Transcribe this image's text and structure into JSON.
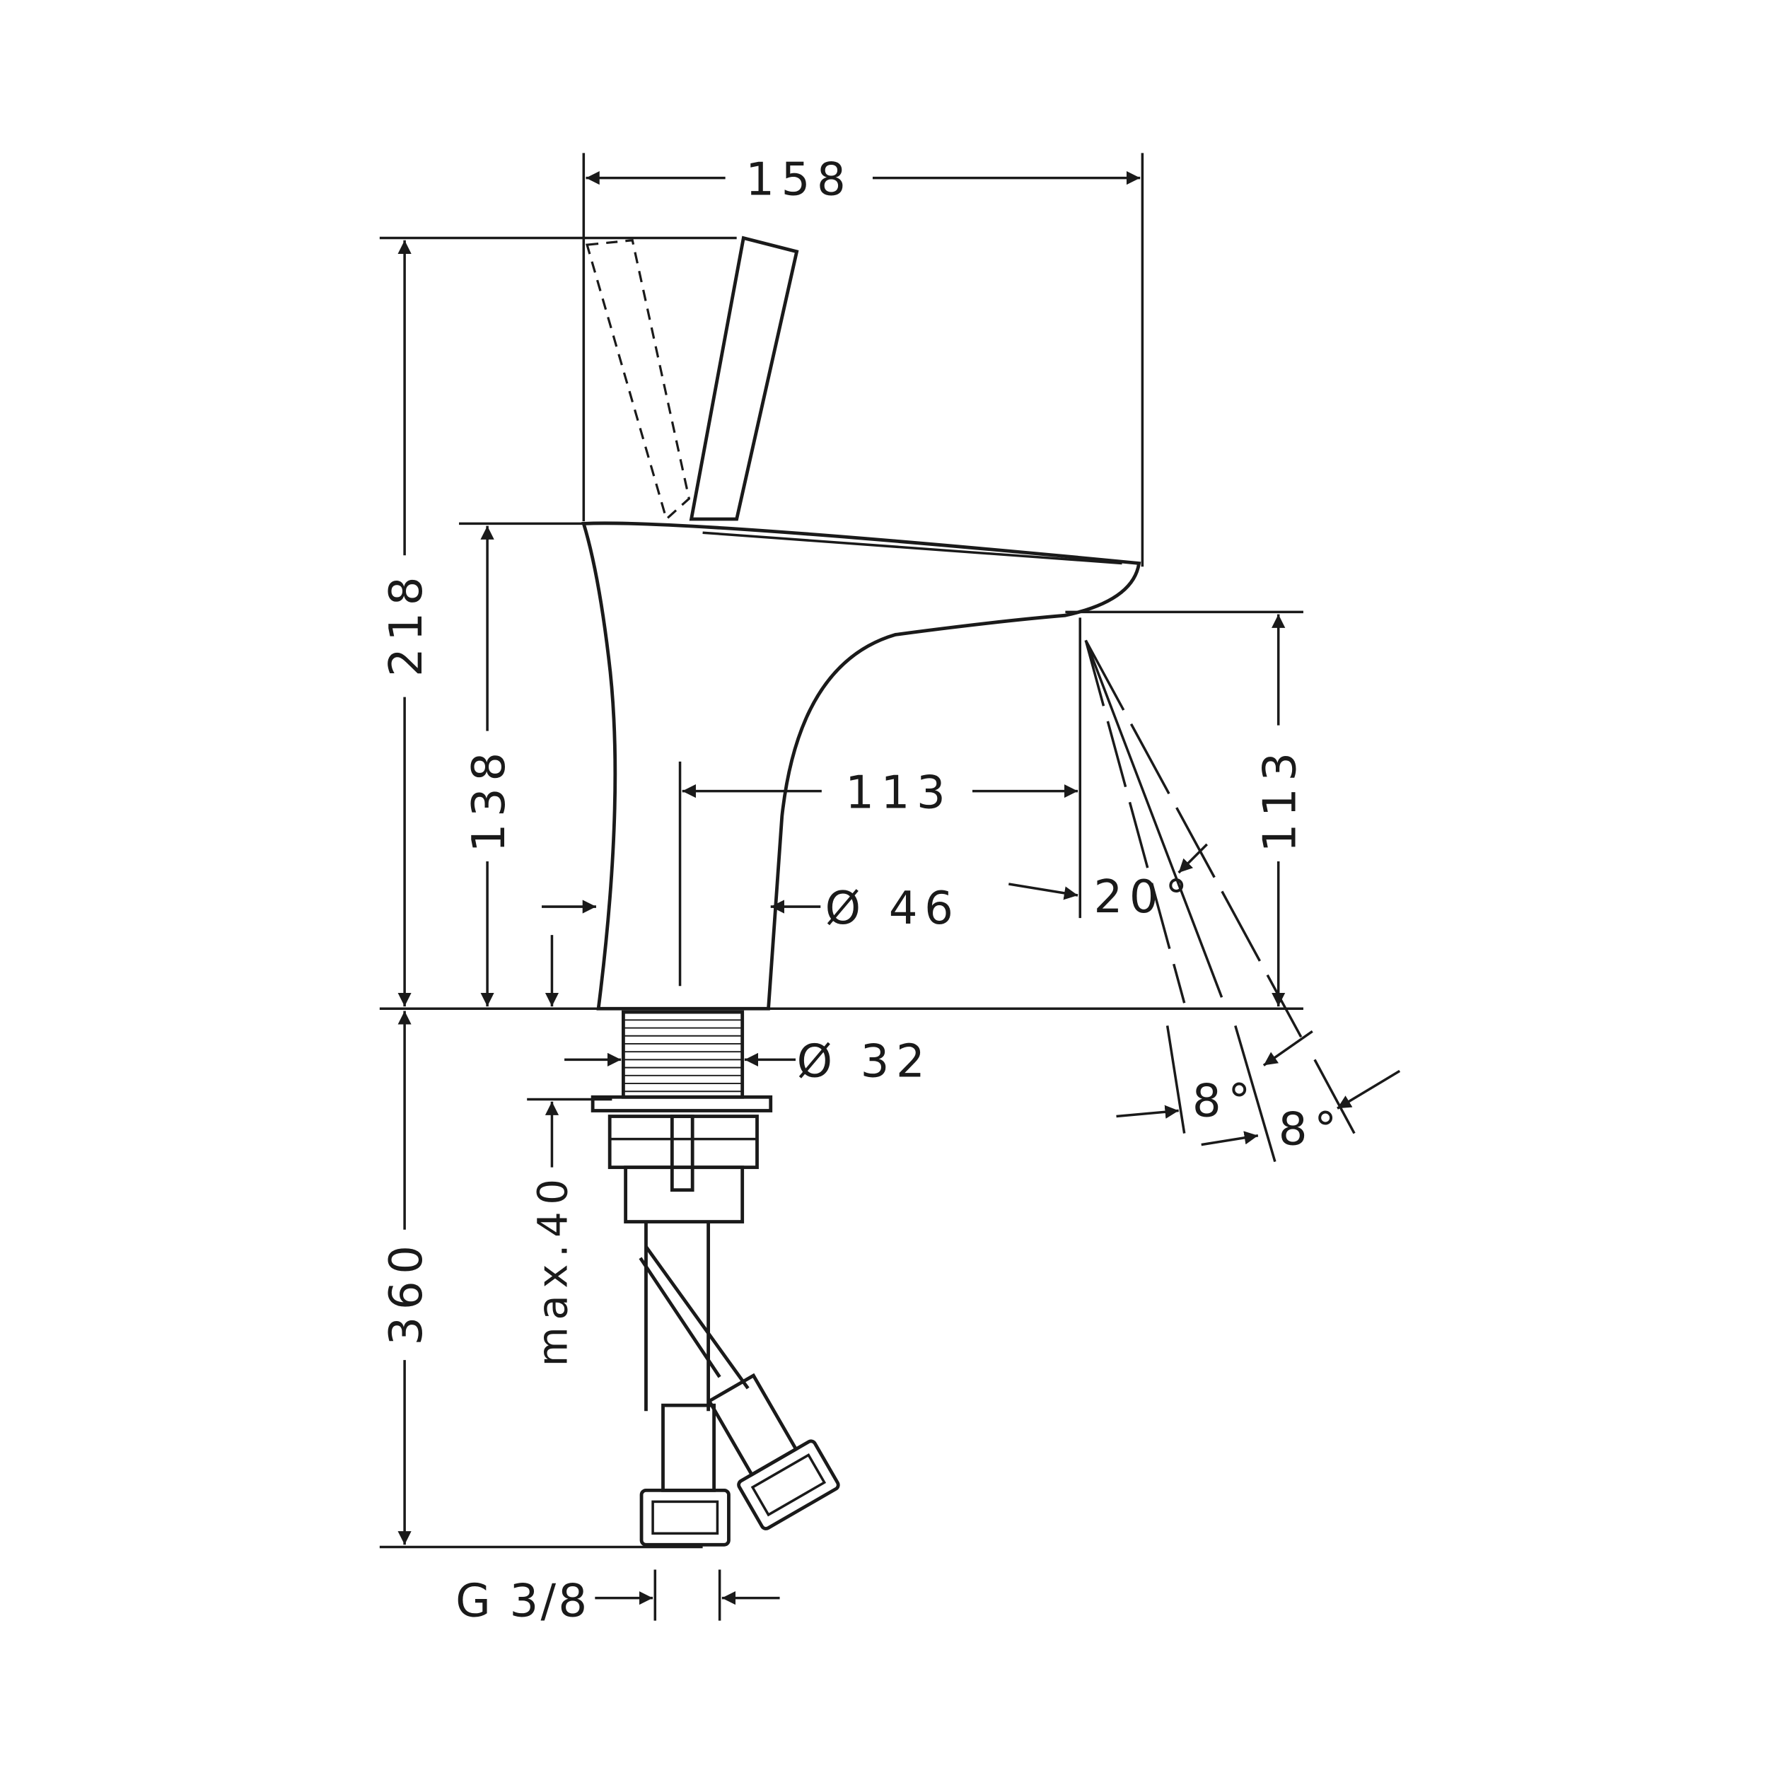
{
  "drawing": {
    "dimensions": {
      "overall_depth": "158",
      "overall_height": "218",
      "body_height": "138",
      "spout_reach": "113",
      "spout_height": "113",
      "body_diameter": "Ø 46",
      "shank_diameter": "Ø 32",
      "max_counter_thickness": "max.40",
      "hose_length": "360",
      "connection_thread": "G 3/8",
      "spray_angle": "20°",
      "spray_angle_a": "8°",
      "spray_angle_b": "8°"
    },
    "line_color": "#1a1a1a"
  }
}
